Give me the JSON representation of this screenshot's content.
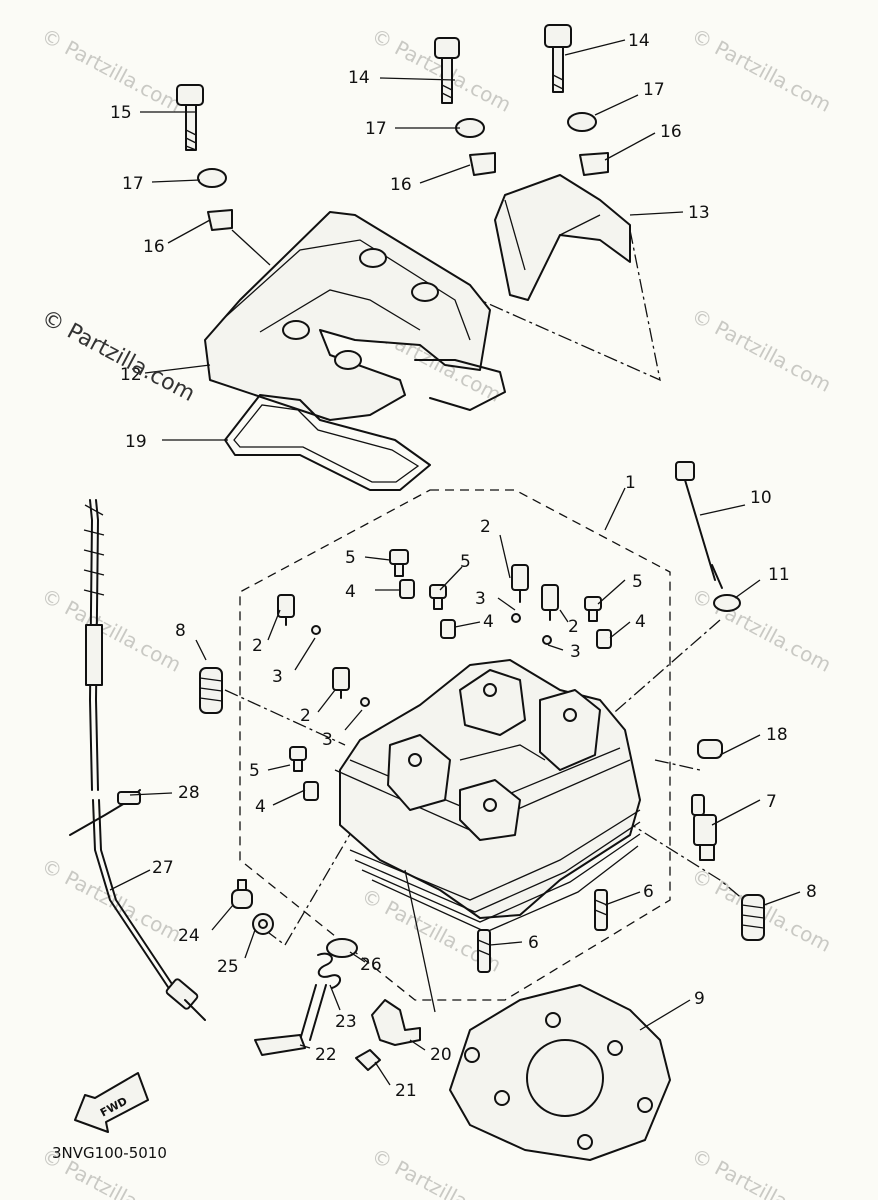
{
  "diagram": {
    "part_code": "3NVG100-5010",
    "direction_label": "FWD",
    "watermark_main": "© Partzilla.com",
    "watermark_repeat": "© Partzilla.com",
    "callouts": [
      {
        "id": "c1",
        "label": "1"
      },
      {
        "id": "c2a",
        "label": "2"
      },
      {
        "id": "c2b",
        "label": "2"
      },
      {
        "id": "c2c",
        "label": "2"
      },
      {
        "id": "c2d",
        "label": "2"
      },
      {
        "id": "c3a",
        "label": "3"
      },
      {
        "id": "c3b",
        "label": "3"
      },
      {
        "id": "c3c",
        "label": "3"
      },
      {
        "id": "c3d",
        "label": "3"
      },
      {
        "id": "c4a",
        "label": "4"
      },
      {
        "id": "c4b",
        "label": "4"
      },
      {
        "id": "c4c",
        "label": "4"
      },
      {
        "id": "c4d",
        "label": "4"
      },
      {
        "id": "c5a",
        "label": "5"
      },
      {
        "id": "c5b",
        "label": "5"
      },
      {
        "id": "c5c",
        "label": "5"
      },
      {
        "id": "c5d",
        "label": "5"
      },
      {
        "id": "c6a",
        "label": "6"
      },
      {
        "id": "c6b",
        "label": "6"
      },
      {
        "id": "c7",
        "label": "7"
      },
      {
        "id": "c8a",
        "label": "8"
      },
      {
        "id": "c8b",
        "label": "8"
      },
      {
        "id": "c9",
        "label": "9"
      },
      {
        "id": "c10",
        "label": "10"
      },
      {
        "id": "c11",
        "label": "11"
      },
      {
        "id": "c12",
        "label": "12"
      },
      {
        "id": "c13",
        "label": "13"
      },
      {
        "id": "c14a",
        "label": "14"
      },
      {
        "id": "c14b",
        "label": "14"
      },
      {
        "id": "c15",
        "label": "15"
      },
      {
        "id": "c16a",
        "label": "16"
      },
      {
        "id": "c16b",
        "label": "16"
      },
      {
        "id": "c16c",
        "label": "16"
      },
      {
        "id": "c17a",
        "label": "17"
      },
      {
        "id": "c17b",
        "label": "17"
      },
      {
        "id": "c17c",
        "label": "17"
      },
      {
        "id": "c18",
        "label": "18"
      },
      {
        "id": "c19",
        "label": "19"
      },
      {
        "id": "c20",
        "label": "20"
      },
      {
        "id": "c21",
        "label": "21"
      },
      {
        "id": "c22",
        "label": "22"
      },
      {
        "id": "c23",
        "label": "23"
      },
      {
        "id": "c24",
        "label": "24"
      },
      {
        "id": "c25",
        "label": "25"
      },
      {
        "id": "c26",
        "label": "26"
      },
      {
        "id": "c27",
        "label": "27"
      },
      {
        "id": "c28",
        "label": "28"
      }
    ]
  }
}
